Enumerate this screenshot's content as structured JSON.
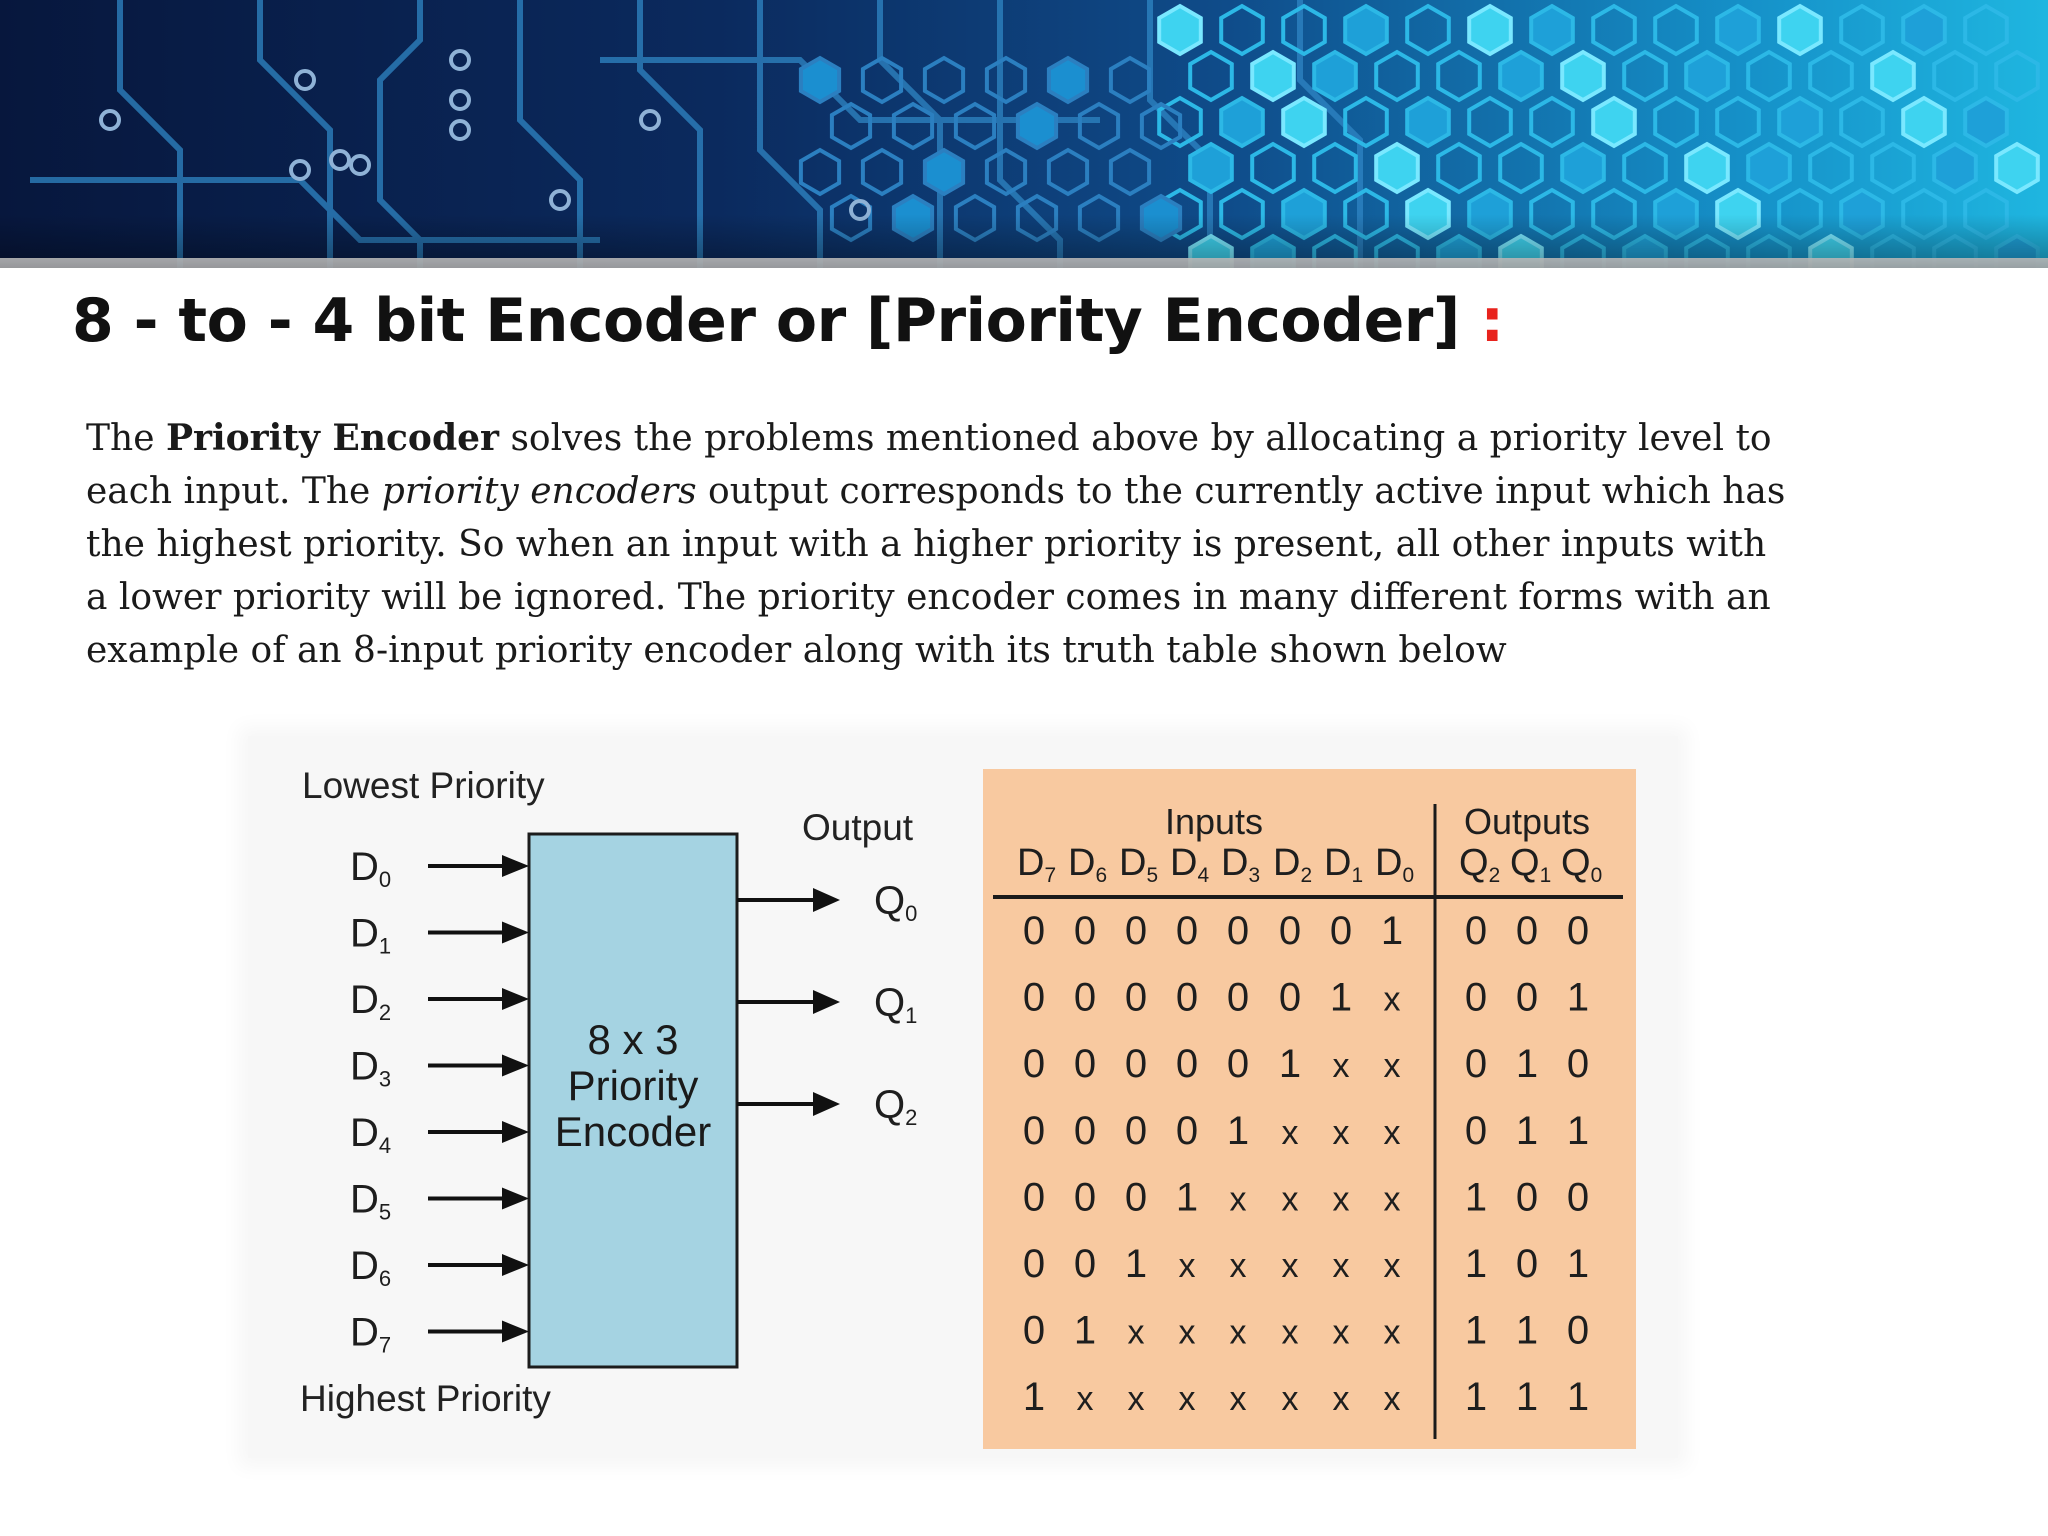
{
  "slide": {
    "title": "8 - to - 4 bit Encoder or [Priority Encoder]",
    "title_colon": ":",
    "paragraph": {
      "t1": "The ",
      "b1": "Priority Encoder",
      "t2": " solves the problems mentioned above by allocating a priority level to each input. The ",
      "i1": "priority encoders",
      "t3": " output corresponds to the currently active input which has the highest priority. So when an input with a higher priority is present, all other inputs with a lower priority will be ignored. The priority encoder comes in many different forms with an example of an 8-input priority encoder along with its truth table shown below"
    }
  },
  "diagram": {
    "lowest_label": "Lowest Priority",
    "highest_label": "Highest Priority",
    "output_label": "Output",
    "block_lines": [
      "8 x 3",
      "Priority",
      "Encoder"
    ],
    "inputs": [
      {
        "base": "D",
        "sub": "0"
      },
      {
        "base": "D",
        "sub": "1"
      },
      {
        "base": "D",
        "sub": "2"
      },
      {
        "base": "D",
        "sub": "3"
      },
      {
        "base": "D",
        "sub": "4"
      },
      {
        "base": "D",
        "sub": "5"
      },
      {
        "base": "D",
        "sub": "6"
      },
      {
        "base": "D",
        "sub": "7"
      }
    ],
    "outputs": [
      {
        "base": "Q",
        "sub": "0"
      },
      {
        "base": "Q",
        "sub": "1"
      },
      {
        "base": "Q",
        "sub": "2"
      }
    ]
  },
  "truth_table": {
    "inputs_header": "Inputs",
    "outputs_header": "Outputs",
    "input_columns": [
      {
        "base": "D",
        "sub": "7"
      },
      {
        "base": "D",
        "sub": "6"
      },
      {
        "base": "D",
        "sub": "5"
      },
      {
        "base": "D",
        "sub": "4"
      },
      {
        "base": "D",
        "sub": "3"
      },
      {
        "base": "D",
        "sub": "2"
      },
      {
        "base": "D",
        "sub": "1"
      },
      {
        "base": "D",
        "sub": "0"
      }
    ],
    "output_columns": [
      {
        "base": "Q",
        "sub": "2"
      },
      {
        "base": "Q",
        "sub": "1"
      },
      {
        "base": "Q",
        "sub": "0"
      }
    ],
    "rows": [
      {
        "in": [
          "0",
          "0",
          "0",
          "0",
          "0",
          "0",
          "0",
          "1"
        ],
        "out": [
          "0",
          "0",
          "0"
        ]
      },
      {
        "in": [
          "0",
          "0",
          "0",
          "0",
          "0",
          "0",
          "1",
          "x"
        ],
        "out": [
          "0",
          "0",
          "1"
        ]
      },
      {
        "in": [
          "0",
          "0",
          "0",
          "0",
          "0",
          "1",
          "x",
          "x"
        ],
        "out": [
          "0",
          "1",
          "0"
        ]
      },
      {
        "in": [
          "0",
          "0",
          "0",
          "0",
          "1",
          "x",
          "x",
          "x"
        ],
        "out": [
          "0",
          "1",
          "1"
        ]
      },
      {
        "in": [
          "0",
          "0",
          "0",
          "1",
          "x",
          "x",
          "x",
          "x"
        ],
        "out": [
          "1",
          "0",
          "0"
        ]
      },
      {
        "in": [
          "0",
          "0",
          "1",
          "x",
          "x",
          "x",
          "x",
          "x"
        ],
        "out": [
          "1",
          "0",
          "1"
        ]
      },
      {
        "in": [
          "0",
          "1",
          "x",
          "x",
          "x",
          "x",
          "x",
          "x"
        ],
        "out": [
          "1",
          "1",
          "0"
        ]
      },
      {
        "in": [
          "1",
          "x",
          "x",
          "x",
          "x",
          "x",
          "x",
          "x"
        ],
        "out": [
          "1",
          "1",
          "1"
        ]
      }
    ]
  },
  "colors": {
    "title_colon": "#e8231d",
    "encoder_block": "#a5d3e2",
    "table_background": "#f8c9a0",
    "banner_dark": "#0a1e4a",
    "banner_cyan": "#3ed3f0"
  }
}
